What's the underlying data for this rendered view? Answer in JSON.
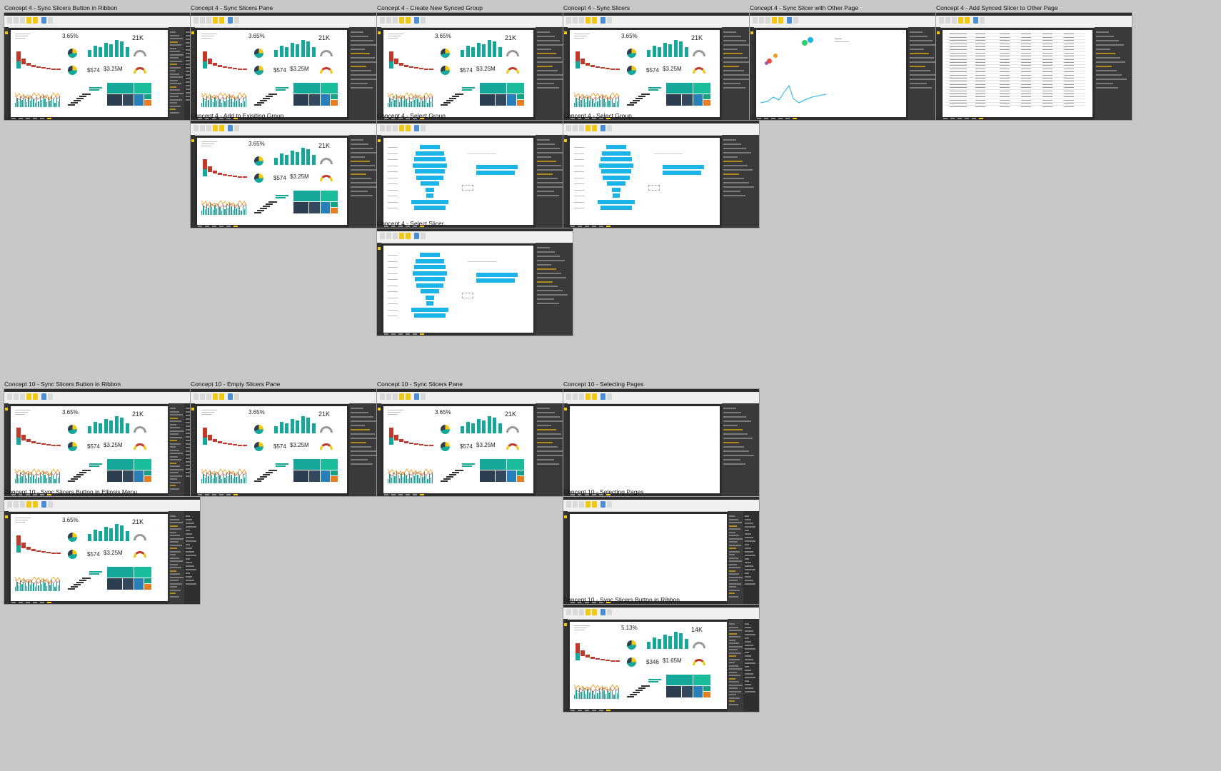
{
  "frames": [
    {
      "id": "c4-ribbon",
      "title": "Concept 4 - Sync Slicers Button in Ribbon",
      "kind": "dashboard",
      "panes": "two",
      "kpi_pct": "3.65%",
      "kpi_count": "21K",
      "kpi_avg": "$574",
      "kpi_total": "$3.25M"
    },
    {
      "id": "c4-pane",
      "title": "Concept 4 - Sync Slicers Pane",
      "kind": "dashboard",
      "panes": "one",
      "kpi_pct": "3.65%",
      "kpi_count": "21K",
      "kpi_avg": "$574",
      "kpi_total": "$3.25M"
    },
    {
      "id": "c4-create",
      "title": "Concept 4 - Create New Synced Group",
      "kind": "dashboard",
      "panes": "one",
      "kpi_pct": "3.65%",
      "kpi_count": "21K",
      "kpi_avg": "$574",
      "kpi_total": "$3.25M"
    },
    {
      "id": "c4-sync",
      "title": "Concept 4 - Sync Slicers",
      "kind": "dashboard",
      "panes": "one",
      "kpi_pct": "3.65%",
      "kpi_count": "21K",
      "kpi_avg": "$574",
      "kpi_total": "$3.25M"
    },
    {
      "id": "c4-other",
      "title": "Concept 4 - Sync Slicer with Other Page",
      "kind": "scatter",
      "panes": "one"
    },
    {
      "id": "c4-add",
      "title": "Concept 4 - Add Synced Slicer to Other Page",
      "kind": "table",
      "panes": "one"
    },
    {
      "id": "c4-existing",
      "title": "Concept 4 - Add to Exisiting Group",
      "kind": "dashboard",
      "panes": "one",
      "kpi_pct": "3.65%",
      "kpi_count": "21K",
      "kpi_avg": "$574",
      "kpi_total": "$3.25M"
    },
    {
      "id": "c4-group1",
      "title": "Concept 4 - Select Group",
      "kind": "funnel",
      "panes": "one"
    },
    {
      "id": "c4-group2",
      "title": "Concept 4 - Select Group",
      "kind": "funnel",
      "panes": "one"
    },
    {
      "id": "c4-slicer",
      "title": "Concept 4 - Select Slicer",
      "kind": "funnel",
      "panes": "one"
    },
    {
      "id": "c10-ribbon",
      "title": "Concept 10 - Sync Slicers Button in Ribbon",
      "kind": "dashboard",
      "panes": "two",
      "kpi_pct": "3.65%",
      "kpi_count": "21K",
      "kpi_avg": "$574",
      "kpi_total": "$3.25M"
    },
    {
      "id": "c10-empty",
      "title": "Concept 10 - Empty Slicers Pane",
      "kind": "dashboard",
      "panes": "one",
      "kpi_pct": "3.65%",
      "kpi_count": "21K",
      "kpi_avg": "$574",
      "kpi_total": "$3.25M"
    },
    {
      "id": "c10-pane",
      "title": "Concept 10 - Sync Slicers Pane",
      "kind": "dashboard",
      "panes": "one",
      "kpi_pct": "3.65%",
      "kpi_count": "21K",
      "kpi_avg": "$574",
      "kpi_total": "$3.25M"
    },
    {
      "id": "c10-pages1",
      "title": "Concept 10 - Selecting Pages",
      "kind": "blank",
      "panes": "one"
    },
    {
      "id": "c10-ellipsis",
      "title": "Concept 10 - Sync Slicers Button in Ellipsis Menu",
      "kind": "dashboard",
      "panes": "two",
      "kpi_pct": "3.65%",
      "kpi_count": "21K",
      "kpi_avg": "$574",
      "kpi_total": "$3.25M"
    },
    {
      "id": "c10-pages2",
      "title": "Concept 10 - Selecting Pages",
      "kind": "blank",
      "panes": "two"
    },
    {
      "id": "c10-ribbon2",
      "title": "Concept 10 - Sync Slicers Button in Ribbon",
      "kind": "dashboard",
      "panes": "two",
      "kpi_pct": "5.13%",
      "kpi_count": "14K",
      "kpi_avg": "$346",
      "kpi_total": "$1.65M"
    }
  ],
  "colors": {
    "teal": "#15a89a",
    "red": "#c0392b",
    "cyan": "#1ab4e8",
    "accent": "#f2c811"
  }
}
